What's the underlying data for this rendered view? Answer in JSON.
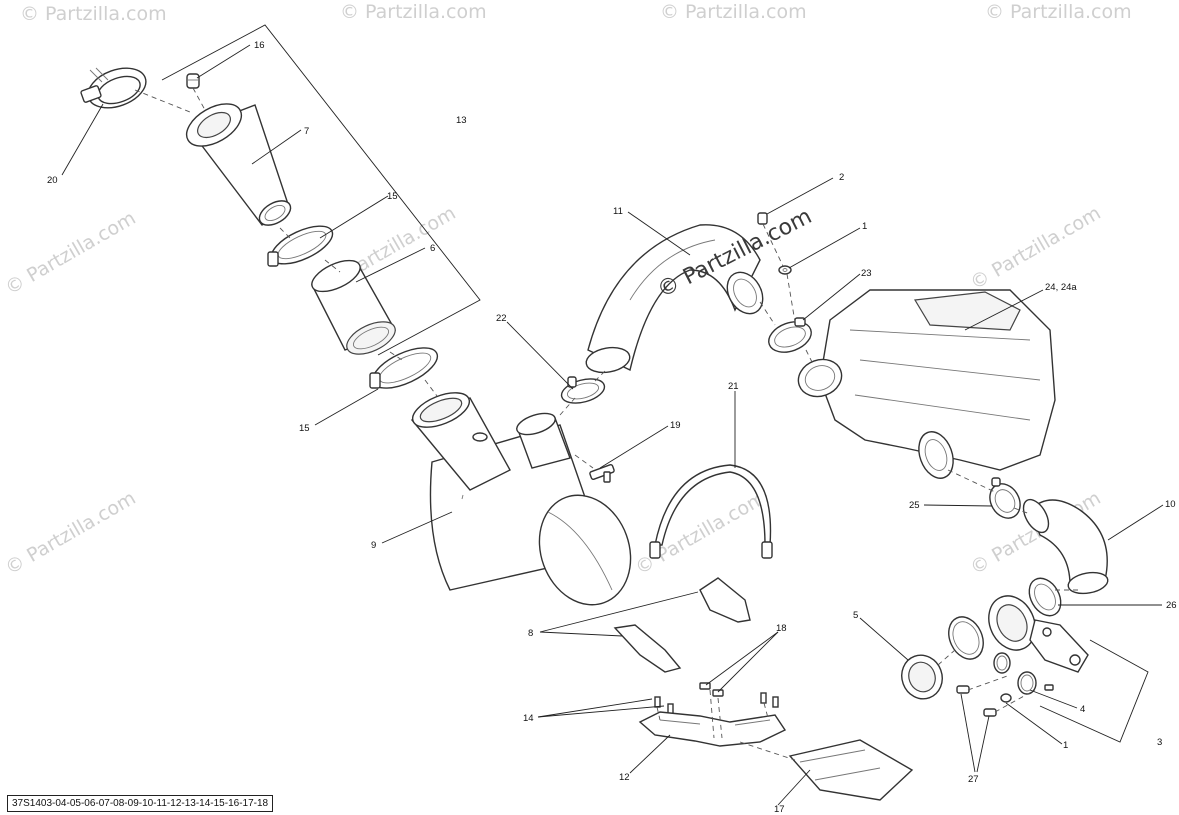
{
  "watermark": {
    "main": "© Partzilla.com",
    "faded": "© Partzilla.com"
  },
  "callouts": {
    "n1": "1",
    "n1b": "1",
    "n2": "2",
    "n3": "3",
    "n4": "4",
    "n5": "5",
    "n6": "6",
    "n7": "7",
    "n8": "8",
    "n9": "9",
    "n10": "10",
    "n11": "11",
    "n12": "12",
    "n13": "13",
    "n14": "14",
    "n15a": "15",
    "n15b": "15",
    "n16": "16",
    "n17": "17",
    "n18": "18",
    "n19": "19",
    "n20": "20",
    "n21": "21",
    "n22": "22",
    "n23": "23",
    "n24": "24, 24a",
    "n25": "25",
    "n26": "26",
    "n27": "27"
  },
  "footer": {
    "code": "37S1403-04-05-06-07-08-09-10-11-12-13-14-15-16-17-18"
  }
}
